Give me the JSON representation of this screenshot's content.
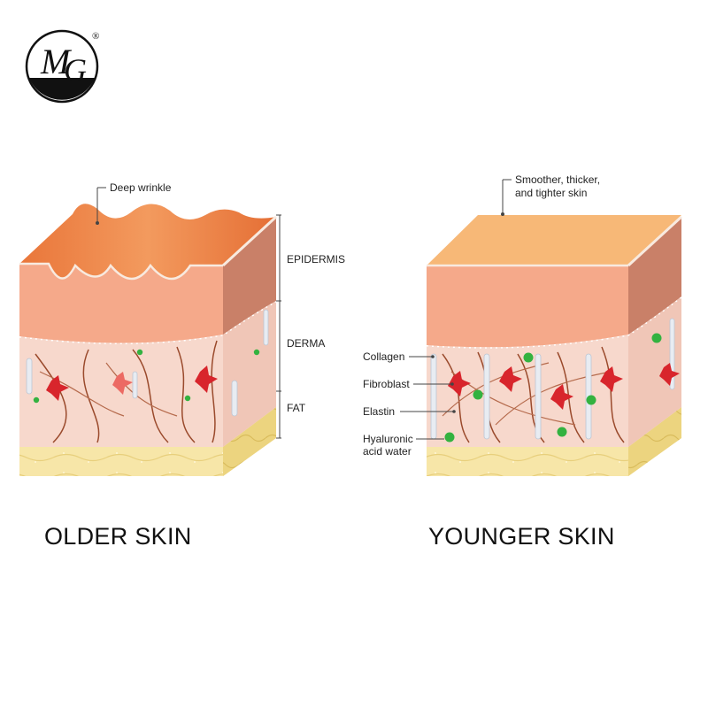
{
  "logo": {
    "letters": "MG",
    "letter_m": "M",
    "letter_g": "G",
    "registered": "®"
  },
  "older_skin": {
    "title": "OLDER SKIN",
    "callout": "Deep wrinkle",
    "layers": {
      "epidermis": "EPIDERMIS",
      "derma": "DERMA",
      "fat": "FAT"
    }
  },
  "younger_skin": {
    "title": "YOUNGER SKIN",
    "callout_line1": "Smoother, thicker,",
    "callout_line2": "and tighter skin",
    "components": {
      "collagen": "Collagen",
      "fibroblast": "Fibroblast",
      "elastin": "Elastin",
      "hyaluronic_line1": "Hyaluronic",
      "hyaluronic_line2": "acid water"
    }
  },
  "colors": {
    "epidermis_top": "#f08a4b",
    "epidermis_front": "#f5a98a",
    "epidermis_side": "#c98068",
    "younger_top": "#f7b877",
    "derma": "#f7d8cc",
    "fat_front": "#f7e6a8",
    "fat_side": "#ecd47f",
    "fibroblast": "#d8252c",
    "hyaluronic": "#33b240",
    "collagen": "#e8ecf2",
    "elastin": "#9a4a2c"
  }
}
